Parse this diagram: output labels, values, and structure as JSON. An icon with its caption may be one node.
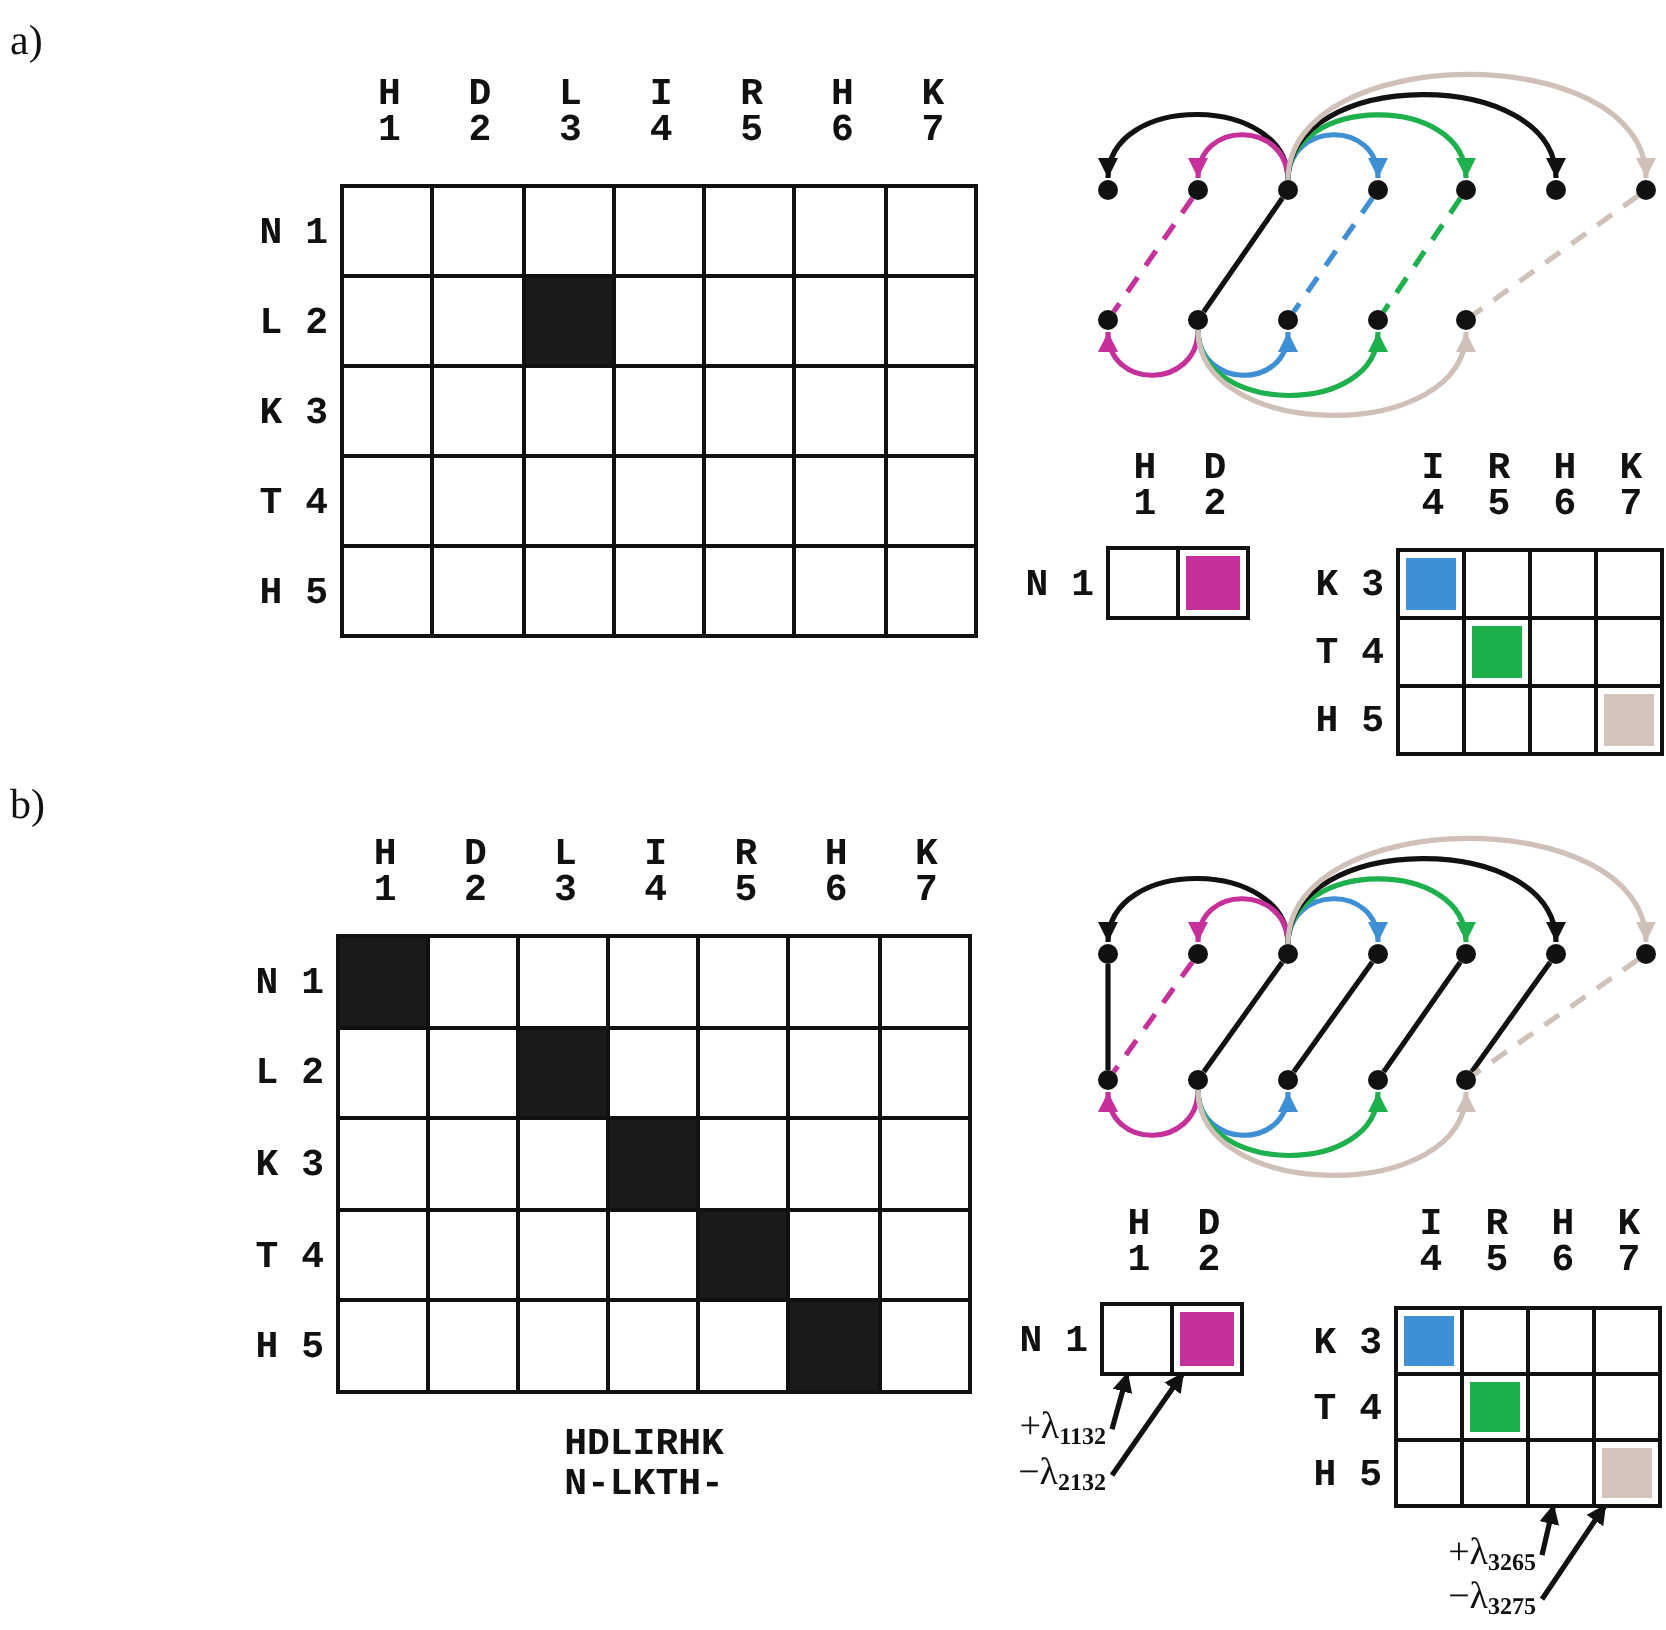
{
  "diagram": {
    "nodes": [
      {
        "text": [],
        "shape": "circle"
      },
      {
        "text": [],
        "shape": "circle"
      },
      {
        "text": [],
        "shape": "circle"
      },
      {
        "text": [],
        "shape": "circle"
      },
      {
        "text": [],
        "shape": "circle"
      },
      {
        "text": [],
        "shape": "circle"
      },
      {
        "text": [],
        "shape": "circle"
      },
      {
        "text": [],
        "shape": "circle"
      },
      {
        "text": [],
        "shape": "circle"
      },
      {
        "text": [],
        "shape": "circle"
      },
      {
        "text": [],
        "shape": "circle"
      },
      {
        "text": [],
        "shape": "circle"
      },
      {
        "text": [],
        "shape": "circle"
      },
      {
        "text": [],
        "shape": "circle"
      },
      {
        "text": [],
        "shape": "circle"
      },
      {
        "text": [],
        "shape": "circle"
      },
      {
        "text": [],
        "shape": "circle"
      },
      {
        "text": [],
        "shape": "circle"
      },
      {
        "text": [],
        "shape": "circle"
      },
      {
        "text": [],
        "shape": "circle"
      },
      {
        "text": [],
        "shape": "circle"
      },
      {
        "text": [],
        "shape": "circle"
      },
      {
        "text": [],
        "shape": "circle"
      },
      {
        "text": [],
        "shape": "circle"
      },
      {
        "text": [],
        "shape": "box"
      },
      {
        "text": [],
        "shape": "box"
      },
      {
        "text": [],
        "shape": "box"
      },
      {
        "text": [],
        "shape": "box"
      },
      {
        "text": [
          "+λ$_{1132}$"
        ]
      },
      {
        "text": [
          "−λ$_{2132}$"
        ]
      },
      {
        "text": [
          "+λ$_{3265}$"
        ]
      },
      {
        "text": [
          "−λ$_{3275}$"
        ]
      }
    ],
    "edges": [
      {
        "from": 2,
        "to": 0,
        "arrow": "to"
      },
      {
        "from": 2,
        "to": 1,
        "arrow": "to",
        "color": "#c5309a"
      },
      {
        "from": 2,
        "to": 3,
        "arrow": "to",
        "color": "#3f8fd4"
      },
      {
        "from": 2,
        "to": 4,
        "arrow": "to",
        "color": "#1db04c"
      },
      {
        "from": 2,
        "to": 5,
        "arrow": "to"
      },
      {
        "from": 2,
        "to": 6,
        "arrow": "to",
        "color": "#cfc0b8"
      },
      {
        "from": 8,
        "to": 2,
        "arrow": "none"
      },
      {
        "from": 1,
        "to": 7,
        "arrow": "none",
        "style": "dashed",
        "color": "#c5309a"
      },
      {
        "from": 3,
        "to": 9,
        "arrow": "none",
        "style": "dashed",
        "color": "#3f8fd4"
      },
      {
        "from": 4,
        "to": 10,
        "arrow": "none",
        "style": "dashed",
        "color": "#1db04c"
      },
      {
        "from": 6,
        "to": 11,
        "arrow": "none",
        "style": "dashed",
        "color": "#cfc0b8"
      },
      {
        "from": 8,
        "to": 7,
        "arrow": "to",
        "color": "#c5309a"
      },
      {
        "from": 8,
        "to": 9,
        "arrow": "to",
        "color": "#3f8fd4"
      },
      {
        "from": 8,
        "to": 10,
        "arrow": "to",
        "color": "#1db04c"
      },
      {
        "from": 8,
        "to": 11,
        "arrow": "to",
        "color": "#cfc0b8"
      },
      {
        "from": 14,
        "to": 12,
        "arrow": "to"
      },
      {
        "from": 14,
        "to": 13,
        "arrow": "to",
        "color": "#c5309a"
      },
      {
        "from": 14,
        "to": 15,
        "arrow": "to",
        "color": "#3f8fd4"
      },
      {
        "from": 14,
        "to": 16,
        "arrow": "to",
        "color": "#1db04c"
      },
      {
        "from": 14,
        "to": 17,
        "arrow": "to"
      },
      {
        "from": 14,
        "to": 18,
        "arrow": "to",
        "color": "#cfc0b8"
      },
      {
        "from": 12,
        "to": 19,
        "arrow": "none"
      },
      {
        "from": 20,
        "to": 14,
        "arrow": "none"
      },
      {
        "from": 21,
        "to": 15,
        "arrow": "none"
      },
      {
        "from": 22,
        "to": 16,
        "arrow": "none"
      },
      {
        "from": 23,
        "to": 17,
        "arrow": "none"
      },
      {
        "from": 13,
        "to": 19,
        "arrow": "none",
        "style": "dashed",
        "color": "#c5309a"
      },
      {
        "from": 18,
        "to": 23,
        "arrow": "none",
        "style": "dashed",
        "color": "#cfc0b8"
      },
      {
        "from": 20,
        "to": 19,
        "arrow": "to",
        "color": "#c5309a"
      },
      {
        "from": 20,
        "to": 21,
        "arrow": "to",
        "color": "#3f8fd4"
      },
      {
        "from": 20,
        "to": 22,
        "arrow": "to",
        "color": "#1db04c"
      },
      {
        "from": 20,
        "to": 23,
        "arrow": "to",
        "color": "#cfc0b8"
      },
      {
        "from": 28,
        "to": 24,
        "arrow": "to"
      },
      {
        "from": 29,
        "to": 25,
        "arrow": "to"
      },
      {
        "from": 30,
        "to": 26,
        "arrow": "to"
      },
      {
        "from": 31,
        "to": 27,
        "arrow": "to"
      }
    ],
    "labels": [
      "a)",
      "H 1",
      "D 2",
      "L 3",
      "I 4",
      "R 5",
      "H 6",
      "K 7",
      "N 1",
      "L 2",
      "K 3",
      "T 4",
      "H 5",
      "H 1",
      "D 2",
      "N 1",
      "I 4",
      "R 5",
      "H 6",
      "K 7",
      "K 3",
      "T 4",
      "H 5",
      "b)",
      "H 1",
      "D 2",
      "L 3",
      "I 4",
      "R 5",
      "H 6",
      "K 7",
      "N 1",
      "L 2",
      "K 3",
      "T 4",
      "H 5",
      "HDLIRHK",
      "N-LKTH-",
      "H 1",
      "D 2",
      "N 1",
      "I 4",
      "R 5",
      "H 6",
      "K 7",
      "K 3",
      "T 4",
      "H 5"
    ]
  }
}
